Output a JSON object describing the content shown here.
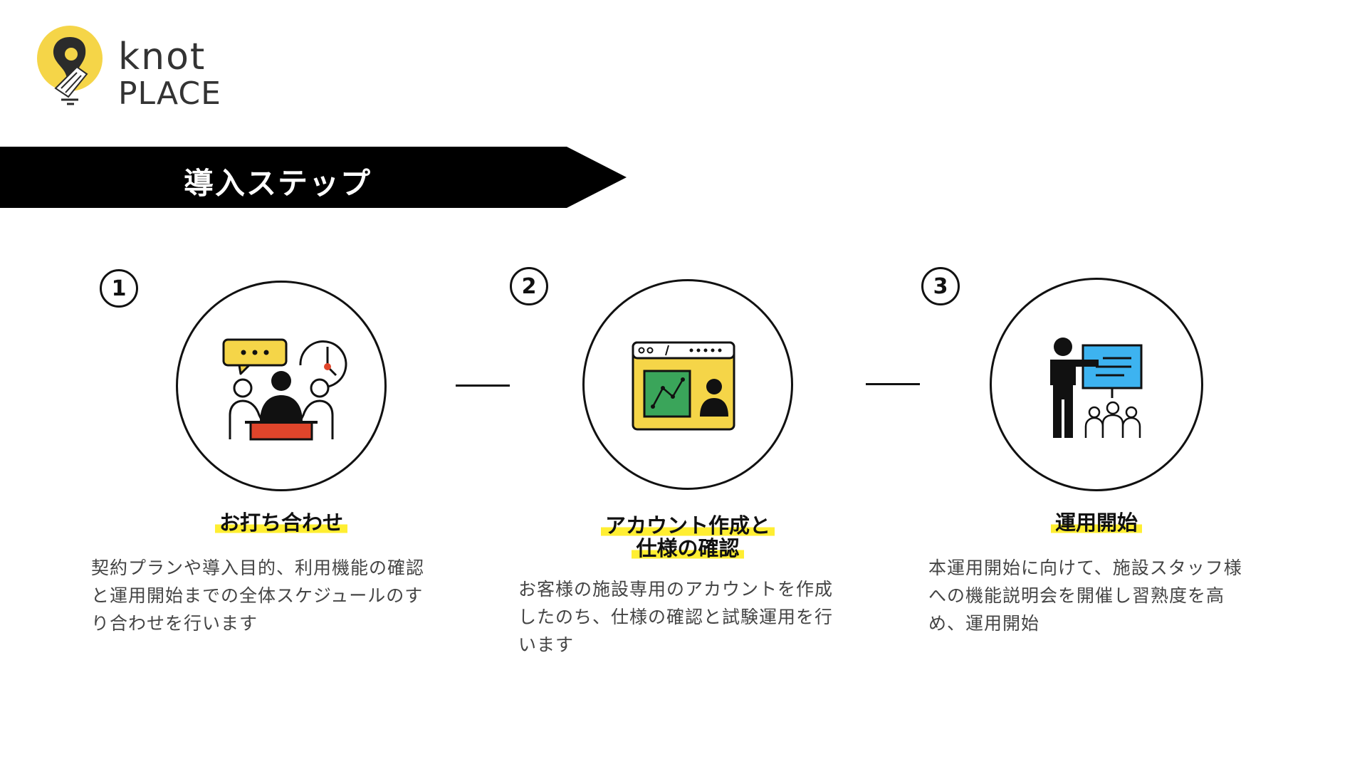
{
  "brand": {
    "line1": "knot",
    "line2": "PLACE",
    "accent": "#f5d548"
  },
  "banner": {
    "title": "導入ステップ",
    "color": "#000000"
  },
  "highlight_color": "#ffee32",
  "steps": [
    {
      "number": "1",
      "icon": "meeting-icon",
      "title_lines": [
        "お打ち合わせ"
      ],
      "desc_lines": [
        "契約プランや導入目的、利用機能の確認",
        "と運用開始までの全体スケジュールのす",
        "り合わせを行います"
      ]
    },
    {
      "number": "2",
      "icon": "dashboard-window-icon",
      "title_lines": [
        "アカウント作成と",
        "仕様の確認"
      ],
      "desc_lines": [
        "お客様の施設専用のアカウントを作成",
        "したのち、仕様の確認と試験運用を行",
        "います"
      ]
    },
    {
      "number": "3",
      "icon": "presentation-icon",
      "title_lines": [
        "運用開始"
      ],
      "desc_lines": [
        "本運用開始に向けて、施設スタッフ様",
        "への機能説明会を開催し習熟度を高",
        "め、運用開始"
      ]
    }
  ]
}
